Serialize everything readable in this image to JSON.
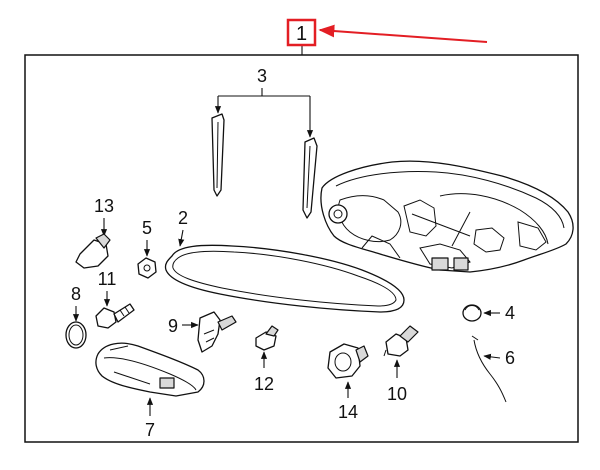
{
  "diagram": {
    "main_callout": "1",
    "callouts": [
      {
        "id": "3",
        "label": "3"
      },
      {
        "id": "13",
        "label": "13"
      },
      {
        "id": "5",
        "label": "5"
      },
      {
        "id": "2",
        "label": "2"
      },
      {
        "id": "11",
        "label": "11"
      },
      {
        "id": "8",
        "label": "8"
      },
      {
        "id": "9",
        "label": "9"
      },
      {
        "id": "4",
        "label": "4"
      },
      {
        "id": "6",
        "label": "6"
      },
      {
        "id": "12",
        "label": "12"
      },
      {
        "id": "10",
        "label": "10"
      },
      {
        "id": "14",
        "label": "14"
      },
      {
        "id": "7",
        "label": "7"
      }
    ],
    "colors": {
      "highlight": "#e31e24",
      "line": "#111111",
      "shade": "#d9d9d9",
      "background": "#ffffff"
    }
  }
}
